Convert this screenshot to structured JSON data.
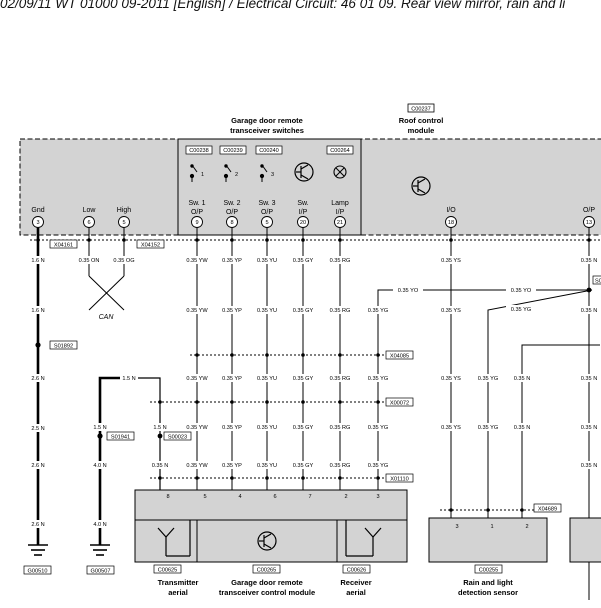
{
  "header": "02/09/11   WT 01000 09-2011 [English] / Electrical Circuit: 46 01 09. Rear view mirror, rain and li",
  "roof_module": {
    "code": "C00237",
    "label_line1": "Roof control",
    "label_line2": "module"
  },
  "switch_group": {
    "label_line1": "Garage door remote",
    "label_line2": "transceiver switches"
  },
  "switch_codes": [
    "C00238",
    "C00239",
    "C00240",
    "C00264"
  ],
  "switch_icon_labels": [
    "1",
    "2",
    "3"
  ],
  "pins": [
    {
      "name": "Gnd",
      "name2": "",
      "num": "3"
    },
    {
      "name": "Low",
      "name2": "",
      "num": "6"
    },
    {
      "name": "High",
      "name2": "",
      "num": "5"
    },
    {
      "name": "Sw. 1",
      "name2": "O/P",
      "num": "9"
    },
    {
      "name": "Sw. 2",
      "name2": "O/P",
      "num": "8"
    },
    {
      "name": "Sw. 3",
      "name2": "O/P",
      "num": "5"
    },
    {
      "name": "Sw.",
      "name2": "I/P",
      "num": "20"
    },
    {
      "name": "Lamp",
      "name2": "I/P",
      "num": "21"
    },
    {
      "name": "I/O",
      "name2": "",
      "num": "18"
    },
    {
      "name": "O/P",
      "name2": "",
      "num": "13"
    }
  ],
  "connectors": {
    "x04161": "X04161",
    "x04152": "X04152",
    "s01892": "S01892",
    "s01941": "S01941",
    "s00023": "S00023",
    "x04085": "X04085",
    "x00072": "X00072",
    "x01110": "X01110",
    "x04689": "X04689",
    "s_right": "S0",
    "g00510": "G00510",
    "g00507": "G00507"
  },
  "can_label": "CAN",
  "wires": {
    "n16": "1.6 N",
    "n26": "2.6 N",
    "n25": "2.5 N",
    "n15": "1.5 N",
    "n40": "4.0 N",
    "n035": "0.35 N",
    "on": "0.35 ON",
    "og": "0.35 OG",
    "yw": "0.35 YW",
    "yp": "0.35 YP",
    "yu": "0.35 YU",
    "gy": "0.35 GY",
    "rg": "0.35 RG",
    "yg": "0.35 YG",
    "ys": "0.35 YS",
    "yo": "0.35 YO"
  },
  "control_module": {
    "code": "C00265",
    "label_line1": "Garage door remote",
    "label_line2": "transceiver control module",
    "pins": [
      "8",
      "5",
      "4",
      "6",
      "7",
      "2",
      "3"
    ]
  },
  "transmitter": {
    "code": "C00625",
    "label_line1": "Transmitter",
    "label_line2": "aerial"
  },
  "receiver": {
    "code": "C00626",
    "label_line1": "Receiver",
    "label_line2": "aerial"
  },
  "rain_sensor": {
    "code": "C00255",
    "label_line1": "Rain and light",
    "label_line2": "detection sensor",
    "pins": [
      "3",
      "1",
      "2"
    ]
  }
}
